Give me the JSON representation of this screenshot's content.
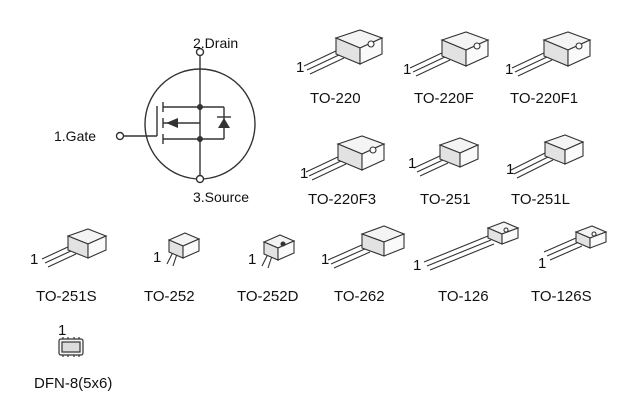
{
  "symbol": {
    "pins": {
      "gate": "1.Gate",
      "drain": "2.Drain",
      "source": "3.Source"
    }
  },
  "pin_marker": "1",
  "packages": [
    {
      "id": "to-220",
      "label": "TO-220"
    },
    {
      "id": "to-220f",
      "label": "TO-220F"
    },
    {
      "id": "to-220f1",
      "label": "TO-220F1"
    },
    {
      "id": "to-220f3",
      "label": "TO-220F3"
    },
    {
      "id": "to-251",
      "label": "TO-251"
    },
    {
      "id": "to-251l",
      "label": "TO-251L"
    },
    {
      "id": "to-251s",
      "label": "TO-251S"
    },
    {
      "id": "to-252",
      "label": "TO-252"
    },
    {
      "id": "to-252d",
      "label": "TO-252D"
    },
    {
      "id": "to-262",
      "label": "TO-262"
    },
    {
      "id": "to-126",
      "label": "TO-126"
    },
    {
      "id": "to-126s",
      "label": "TO-126S"
    },
    {
      "id": "dfn-8",
      "label": "DFN-8(5x6)"
    }
  ],
  "colors": {
    "line": "#333333",
    "text": "#111111",
    "body_fill": "#f4f4f4"
  }
}
